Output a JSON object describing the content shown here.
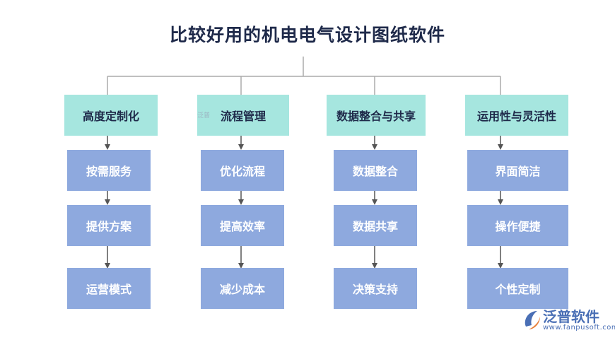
{
  "title": "比较好用的机电电气设计图纸软件",
  "columns": [
    {
      "category": "高度定制化",
      "items": [
        "按需服务",
        "提供方案",
        "运营模式"
      ]
    },
    {
      "category": "流程管理",
      "items": [
        "优化流程",
        "提高效率",
        "减少成本"
      ]
    },
    {
      "category": "数据整合与共享",
      "items": [
        "数据整合",
        "数据共享",
        "决策支持"
      ]
    },
    {
      "category": "运用性与灵活性",
      "items": [
        "界面简洁",
        "操作便捷",
        "个性定制"
      ]
    }
  ],
  "watermark": "泛普",
  "logo": {
    "name": "泛普软件",
    "url": "www.fanpusoft.com"
  },
  "colors": {
    "category_bg": "#a6e6df",
    "item_bg": "#8ea9de",
    "line": "#aaaaaa",
    "arrow": "#555555"
  }
}
